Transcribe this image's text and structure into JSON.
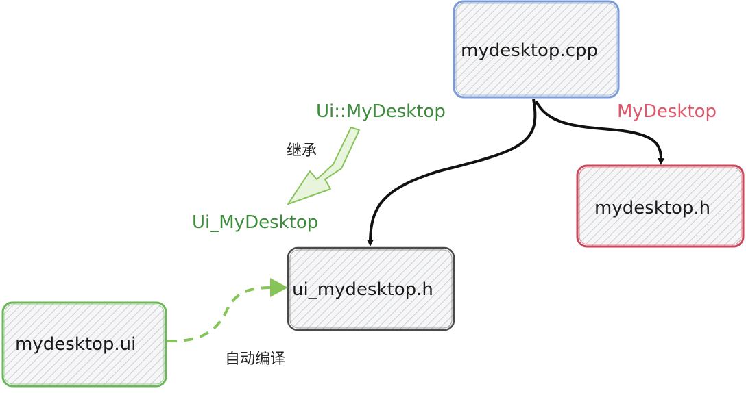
{
  "nodes": {
    "cpp": {
      "label": "mydesktop.cpp"
    },
    "h": {
      "label": "mydesktop.h"
    },
    "ui_h": {
      "label": "ui_mydesktop.h"
    },
    "ui": {
      "label": "mydesktop.ui"
    }
  },
  "labels": {
    "ui_class": "Ui::MyDesktop",
    "inherit": "继承",
    "ui_struct": "Ui_MyDesktop",
    "class_name": "MyDesktop",
    "auto_compile": "自动编译"
  },
  "colors": {
    "blue_border": "#7b9bd6",
    "red_border": "#c9475a",
    "green_border": "#6cb65a",
    "gray_border": "#4a4a4a",
    "hatch_fill": "#c8cdd6",
    "green_text": "#3c8c3c",
    "red_text": "#e0566a",
    "arrow": "#111111",
    "green_arrow": "#86c45a"
  }
}
